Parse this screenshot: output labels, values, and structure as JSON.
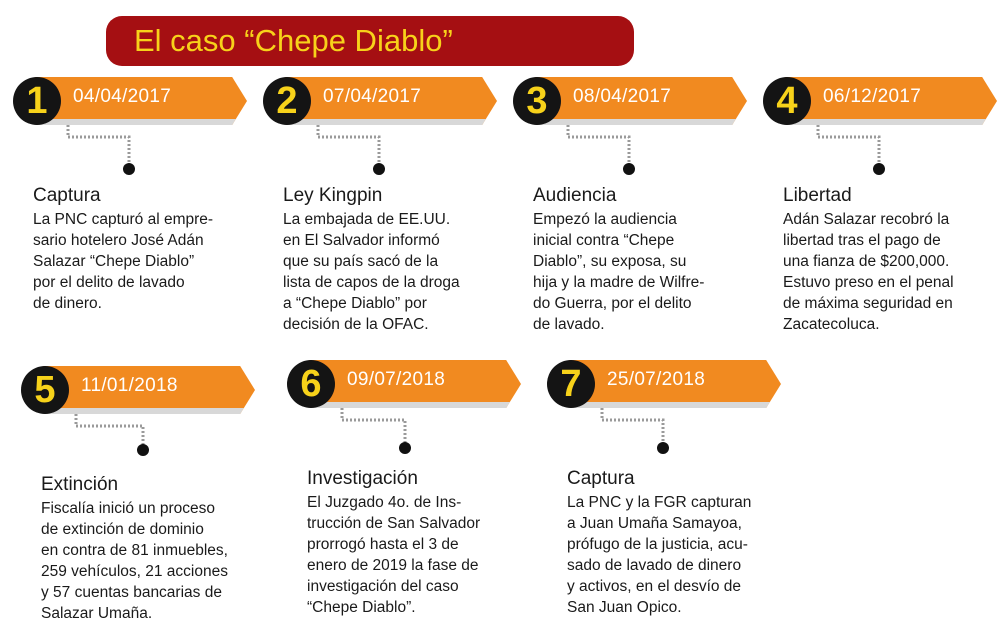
{
  "title": "El caso “Chepe Diablo”",
  "colors": {
    "banner": "#a50f12",
    "banner_text": "#f7d21a",
    "arrow": "#f18a20",
    "circle": "#141414",
    "number": "#f7d21a"
  },
  "events": [
    {
      "number": "1",
      "date": "04/04/2017",
      "heading": "Captura",
      "body": "La PNC capturó al empre-\nsario hotelero José Adán\nSalazar “Chepe Diablo”\npor el delito de lavado\nde dinero."
    },
    {
      "number": "2",
      "date": "07/04/2017",
      "heading": "Ley Kingpin",
      "body": "La embajada de EE.UU.\nen El Salvador informó\nque su país sacó de la\nlista de capos de la droga\na “Chepe Diablo” por\ndecisión de la OFAC."
    },
    {
      "number": "3",
      "date": "08/04/2017",
      "heading": "Audiencia",
      "body": "Empezó la audiencia\ninicial contra “Chepe\nDiablo”, su exposa, su\nhija y la madre de Wilfre-\ndo Guerra, por el delito\nde lavado."
    },
    {
      "number": "4",
      "date": "06/12/2017",
      "heading": "Libertad",
      "body": "Adán Salazar recobró la\nlibertad tras el pago de\nuna fianza de $200,000.\nEstuvo preso en el penal\nde máxima seguridad en\nZacatecoluca."
    },
    {
      "number": "5",
      "date": "11/01/2018",
      "heading": "Extinción",
      "body": "Fiscalía inició un proceso\nde extinción de dominio\nen contra de 81 inmuebles,\n259 vehículos, 21 acciones\ny 57 cuentas bancarias de\nSalazar Umaña."
    },
    {
      "number": "6",
      "date": "09/07/2018",
      "heading": "Investigación",
      "body": "El Juzgado 4o. de Ins-\ntrucción de San Salvador\nprorrogó hasta el 3 de\nenero de 2019 la fase de\ninvestigación del caso\n“Chepe Diablo”."
    },
    {
      "number": "7",
      "date": "25/07/2018",
      "heading": "Captura",
      "body": "La PNC y la FGR capturan\na Juan Umaña Samayoa,\nprófugo de la justicia, acu-\nsado de lavado de dinero\ny activos, en el desvío de\nSan Juan Opico."
    }
  ]
}
